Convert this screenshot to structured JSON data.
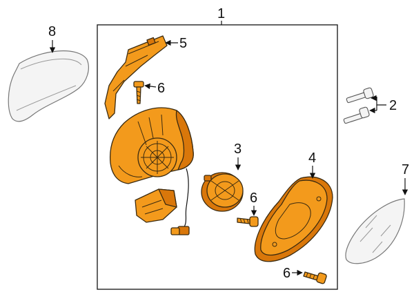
{
  "colors": {
    "part_fill": "#f39a1c",
    "part_shade": "#d9770a",
    "ghost_fill": "#f4f4f4",
    "line": "#111111"
  },
  "callouts": {
    "c1": "1",
    "c2": "2",
    "c3": "3",
    "c4": "4",
    "c5": "5",
    "c6a": "6",
    "c6b": "6",
    "c6c": "6",
    "c7": "7",
    "c8": "8"
  },
  "icons": [
    "arrow-icon"
  ]
}
